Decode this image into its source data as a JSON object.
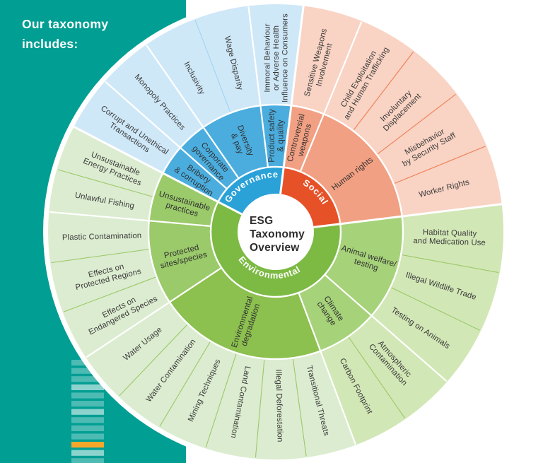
{
  "page": {
    "background": "#ffffff",
    "panel_color": "#009e93",
    "heading_line1": "Our taxonomy",
    "heading_line2": "includes:"
  },
  "decor": {
    "stripe_colors": {
      "light": "rgba(255,255,255,0.3)",
      "bright": "rgba(255,255,255,0.55)",
      "orange": "#f5a72a"
    },
    "stripes": [
      "light",
      "light",
      "light",
      "bright",
      "light",
      "light",
      "bright",
      "light",
      "light",
      "light",
      "orange",
      "bright",
      "light"
    ]
  },
  "chart_data": {
    "type": "sunburst",
    "title": "ESG Taxonomy Overview",
    "center_label": "ESG\nTaxonomy\nOverview",
    "rings": [
      "category",
      "subcategory",
      "issue"
    ],
    "branches": [
      {
        "name": "Governance",
        "angle_start": -62.5,
        "angle_end": 7,
        "colors": {
          "inner": "#2aa2d8",
          "mid": "#4badde",
          "leaf": "#cfe8f8",
          "divider": "#9fd4ef"
        },
        "children": [
          {
            "label": "Bribery\n& corruption",
            "leaves": [
              {
                "label": "Corrupt and Unethical\nTransactions"
              }
            ]
          },
          {
            "label": "Corporate\ngovernance",
            "leaves": [
              {
                "label": "Monopoly Practices"
              }
            ]
          },
          {
            "label": "Diversity\n& pay",
            "leaves": [
              {
                "label": "Inclusivity"
              },
              {
                "label": "Wage Disparity"
              }
            ]
          },
          {
            "label": "Product safety\n& quality",
            "leaves": [
              {
                "label": "Immoral Behaviour\nor Adverse Health\nInfluence on Consumers"
              }
            ]
          }
        ]
      },
      {
        "name": "Social",
        "angle_start": 7,
        "angle_end": 83,
        "colors": {
          "inner": "#e75128",
          "mid": "#f2a083",
          "leaf": "#f9d3c3",
          "divider": "#ee7f55"
        },
        "children": [
          {
            "label": "Controversial\nweapons",
            "leaves": [
              {
                "label": "Sensitive Weapons\nInvolvement"
              }
            ]
          },
          {
            "label": "Human rights",
            "leaves": [
              {
                "label": "Child Exploitation\nand Human Trafficking"
              },
              {
                "label": "Involuntary\nDisplacement"
              },
              {
                "label": "Misbehavior\nby Security Staff"
              },
              {
                "label": "Worker Rights"
              }
            ]
          }
        ]
      },
      {
        "name": "Environmental",
        "angle_start": 83,
        "angle_end": 297.5,
        "colors": {
          "inner": "#7cba43",
          "mid": "#9bca6a",
          "leaf": "#dcecd0",
          "divider": "#9ac968"
        },
        "children": [
          {
            "label": "Animal welfare/\ntesting",
            "color": "#a6d279",
            "leaves": [
              {
                "label": "Habitat Quality\nand Medication Use",
                "w": 1.35,
                "color": "#d2e7b6"
              },
              {
                "label": "Illegal Wildlife Trade",
                "w": 1.2,
                "color": "#d2e7b6"
              },
              {
                "label": "Testing on Animals",
                "w": 1.2,
                "color": "#d2e7b6"
              }
            ]
          },
          {
            "label": "Climate\nchange",
            "color": "#a6d279",
            "leaves": [
              {
                "label": "Atmospheric\nContamination",
                "w": 1.1,
                "color": "#d2e7b6"
              },
              {
                "label": "Carbon Footprint",
                "w": 1.1,
                "color": "#d2e7b6"
              }
            ]
          },
          {
            "label": "Environmental\ndegradation",
            "color": "#8cc04f",
            "leaves": [
              {
                "label": "Transitional Threats"
              },
              {
                "label": "Illegal Deforestation"
              },
              {
                "label": "Land Contamination"
              },
              {
                "label": "Mining Techniques"
              },
              {
                "label": "Water Contamination"
              },
              {
                "label": "Water Usage"
              }
            ]
          },
          {
            "label": "Protected\nsites/species",
            "color": "#9bca6a",
            "leaves": [
              {
                "label": "Effects on\nEndangered Species"
              },
              {
                "label": "Effects on\nProtected Regions"
              },
              {
                "label": "Plastic Contamination"
              }
            ]
          },
          {
            "label": "Unsustainable\npractices",
            "color": "#9bca6a",
            "leaves": [
              {
                "label": "Unlawful Fishing",
                "w": 0.85
              },
              {
                "label": "Unsustainable\nEnergy Practices",
                "w": 0.9
              }
            ]
          }
        ]
      }
    ]
  }
}
